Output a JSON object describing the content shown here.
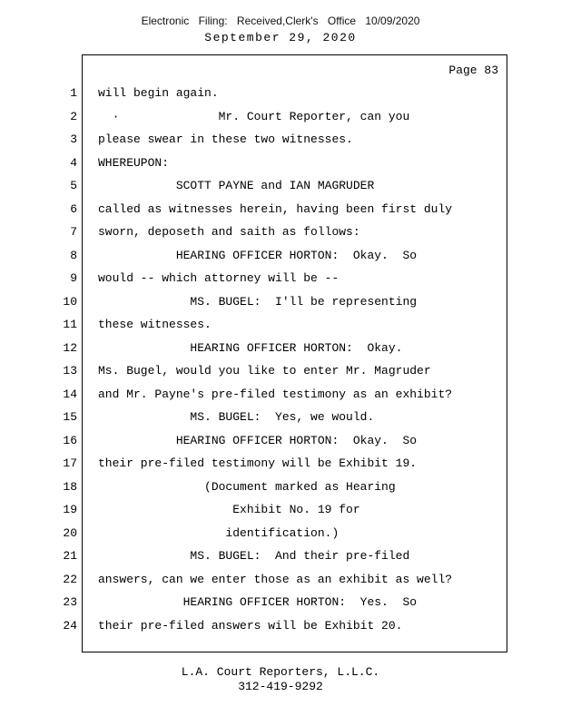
{
  "header": {
    "filing_line": "Electronic Filing: Received,Clerk's Office 10/09/2020",
    "date_line": "September 29, 2020"
  },
  "page_label": "Page 83",
  "transcript": {
    "lines": [
      {
        "num": "1",
        "text": "will begin again."
      },
      {
        "num": "2",
        "text": "  ·              Mr. Court Reporter, can you"
      },
      {
        "num": "3",
        "text": "please swear in these two witnesses."
      },
      {
        "num": "4",
        "text": "WHEREUPON:"
      },
      {
        "num": "5",
        "text": "           SCOTT PAYNE and IAN MAGRUDER"
      },
      {
        "num": "6",
        "text": "called as witnesses herein, having been first duly"
      },
      {
        "num": "7",
        "text": "sworn, deposeth and saith as follows:"
      },
      {
        "num": "8",
        "text": "           HEARING OFFICER HORTON:  Okay.  So"
      },
      {
        "num": "9",
        "text": "would -- which attorney will be --"
      },
      {
        "num": "10",
        "text": "             MS. BUGEL:  I'll be representing"
      },
      {
        "num": "11",
        "text": "these witnesses."
      },
      {
        "num": "12",
        "text": "             HEARING OFFICER HORTON:  Okay."
      },
      {
        "num": "13",
        "text": "Ms. Bugel, would you like to enter Mr. Magruder"
      },
      {
        "num": "14",
        "text": "and Mr. Payne's pre-filed testimony as an exhibit?"
      },
      {
        "num": "15",
        "text": "             MS. BUGEL:  Yes, we would."
      },
      {
        "num": "16",
        "text": "           HEARING OFFICER HORTON:  Okay.  So"
      },
      {
        "num": "17",
        "text": "their pre-filed testimony will be Exhibit 19."
      },
      {
        "num": "18",
        "text": "               (Document marked as Hearing"
      },
      {
        "num": "19",
        "text": "                   Exhibit No. 19 for"
      },
      {
        "num": "20",
        "text": "                  identification.)"
      },
      {
        "num": "21",
        "text": "             MS. BUGEL:  And their pre-filed"
      },
      {
        "num": "22",
        "text": "answers, can we enter those as an exhibit as well?"
      },
      {
        "num": "23",
        "text": "            HEARING OFFICER HORTON:  Yes.  So"
      },
      {
        "num": "24",
        "text": "their pre-filed answers will be Exhibit 20."
      }
    ]
  },
  "footer": {
    "company": "L.A. Court Reporters, L.L.C.",
    "phone": "312-419-9292"
  }
}
